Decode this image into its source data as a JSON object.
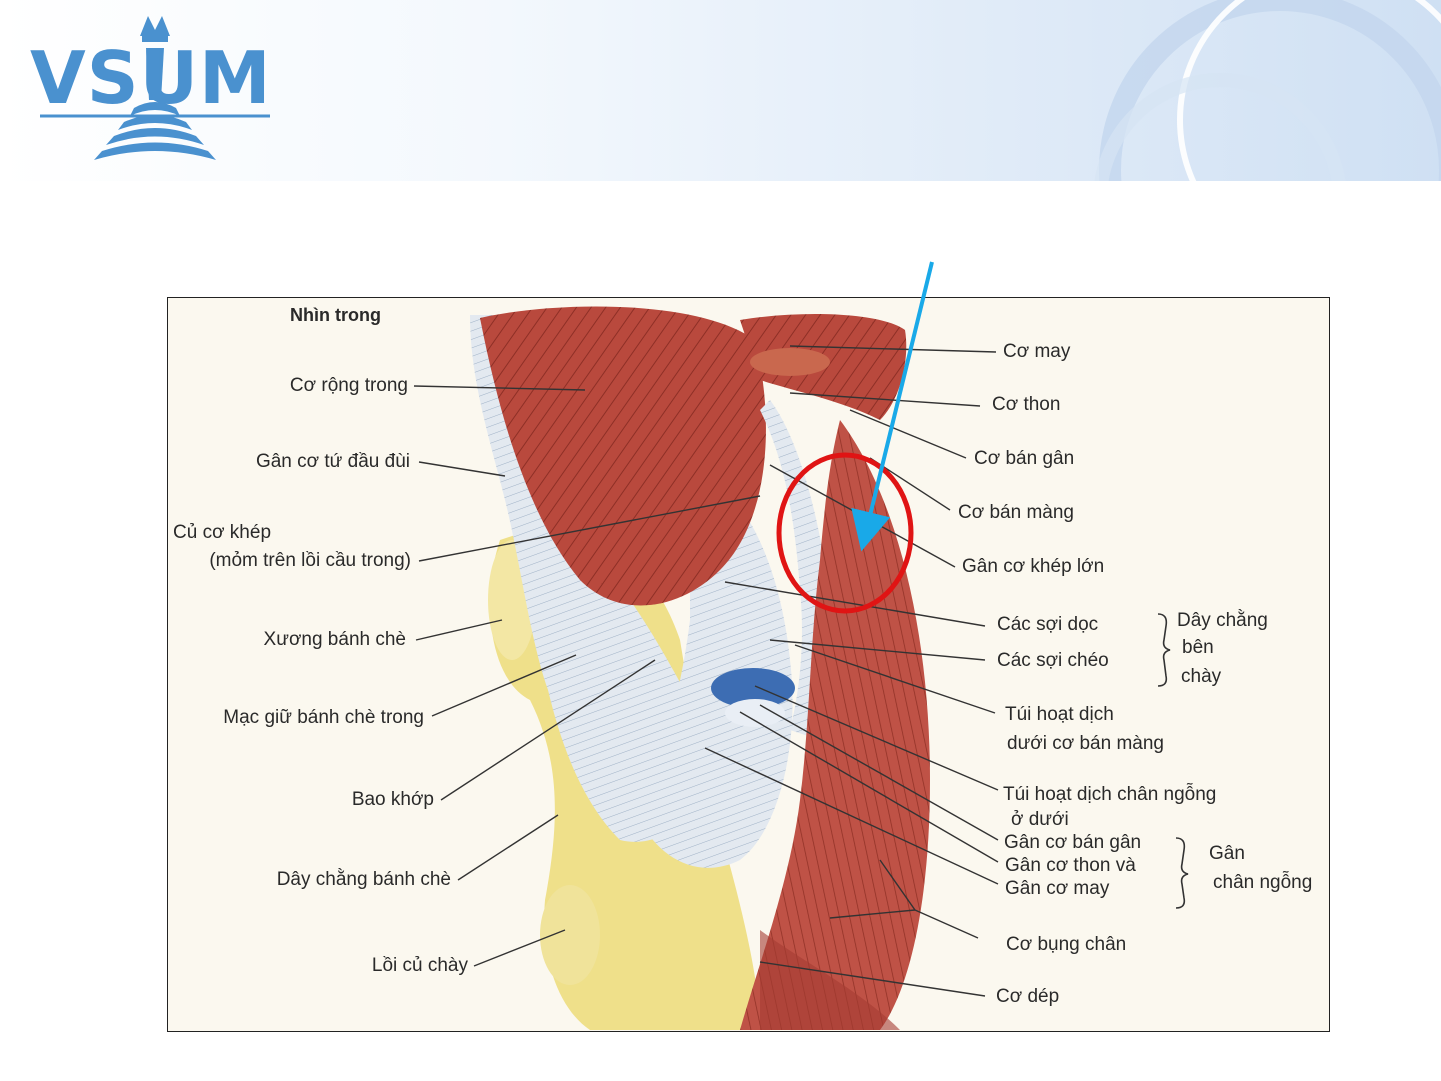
{
  "logo": {
    "text": "VSUM"
  },
  "colors": {
    "logo_blue": "#4a91cf",
    "annotation_arrow": "#19a9e8",
    "annotation_circle": "#e01414",
    "muscle": "#b5483c",
    "tendon": "#dfe6ee",
    "fat": "#eedc5a"
  },
  "figure": {
    "view_label": "Nhìn trong",
    "labels_left": [
      "Cơ rộng trong",
      "Gân cơ tứ đầu đùi",
      "Củ cơ khép",
      "(mỏm trên lồi cầu trong)",
      "Xương bánh chè",
      "Mạc giữ bánh chè trong",
      "Bao khớp",
      "Dây chằng bánh chè",
      "Lồi củ chày"
    ],
    "labels_right": [
      "Cơ may",
      "Cơ thon",
      "Cơ bán gân",
      "Cơ bán màng",
      "Gân cơ khép lớn",
      "Các sợi dọc",
      "Các sợi chéo",
      "Túi hoạt dịch",
      "dưới cơ bán màng",
      "Túi hoạt dịch chân ngỗng",
      "ở dưới",
      "Gân cơ bán gân",
      "Gân cơ thon và",
      "Gân cơ may",
      "Cơ bụng chân",
      "Cơ dép"
    ],
    "group_labels": [
      [
        "Dây chằng",
        "bên",
        "chày"
      ],
      [
        "Gân",
        "chân ngỗng"
      ]
    ]
  }
}
